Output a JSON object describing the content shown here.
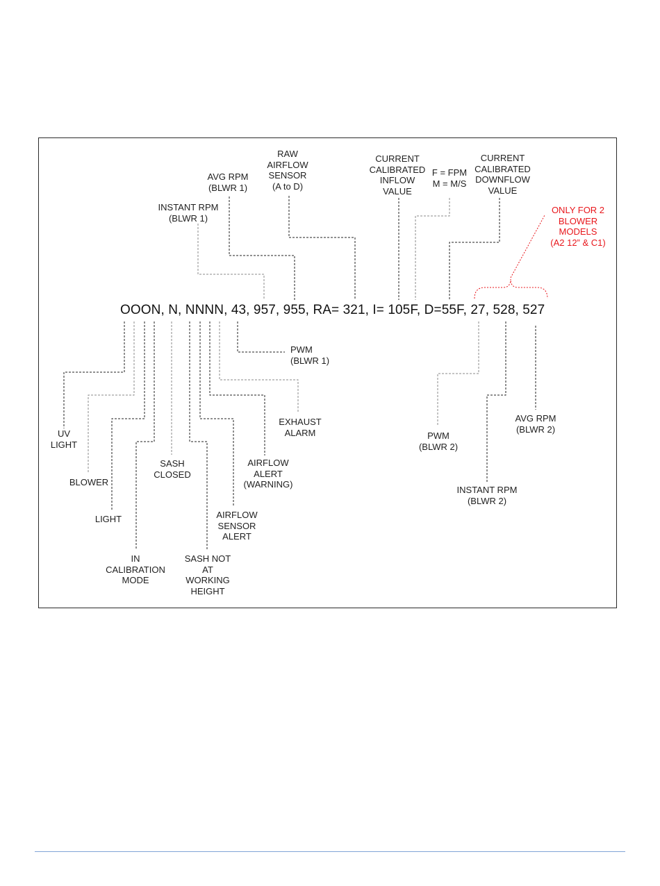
{
  "diagram": {
    "data_string": "OOON, N, NNNN, 43, 957, 955, RA= 321, I= 105F, D=55F, 27, 528, 527",
    "labels_top": {
      "instant_rpm_blwr1": "INSTANT RPM\n(BLWR 1)",
      "avg_rpm_blwr1": "AVG RPM\n(BLWR 1)",
      "raw_airflow_sensor": "RAW\nAIRFLOW\nSENSOR\n(A to D)",
      "current_inflow": "CURRENT\nCALIBRATED\nINFLOW\nVALUE",
      "units": "F = FPM\nM = M/S",
      "current_downflow": "CURRENT\nCALIBRATED\nDOWNFLOW\nVALUE",
      "two_blower_note": "ONLY FOR 2\nBLOWER\nMODELS\n(A2 12” & C1)"
    },
    "labels_bottom": {
      "uv_light": "UV\nLIGHT",
      "blower": "BLOWER",
      "light": "LIGHT",
      "in_calibration_mode": "IN\nCALIBRATION\nMODE",
      "sash_closed": "SASH\nCLOSED",
      "sash_not_at_working_height": "SASH NOT\nAT\nWORKING\nHEIGHT",
      "airflow_sensor_alert": "AIRFLOW\nSENSOR\nALERT",
      "airflow_alert_warning": "AIRFLOW\nALERT\n(WARNING)",
      "exhaust_alarm": "EXHAUST\nALARM",
      "pwm_blwr1": "PWM\n(BLWR 1)",
      "pwm_blwr2": "PWM\n(BLWR 2)",
      "instant_rpm_blwr2": "INSTANT RPM\n(BLWR 2)",
      "avg_rpm_blwr2": "AVG RPM\n(BLWR 2)"
    },
    "colors": {
      "note": "#e8161b",
      "line_dark": "#222222",
      "line_light": "#8a8a8a",
      "footer_rule": "#7fa3d6"
    }
  }
}
